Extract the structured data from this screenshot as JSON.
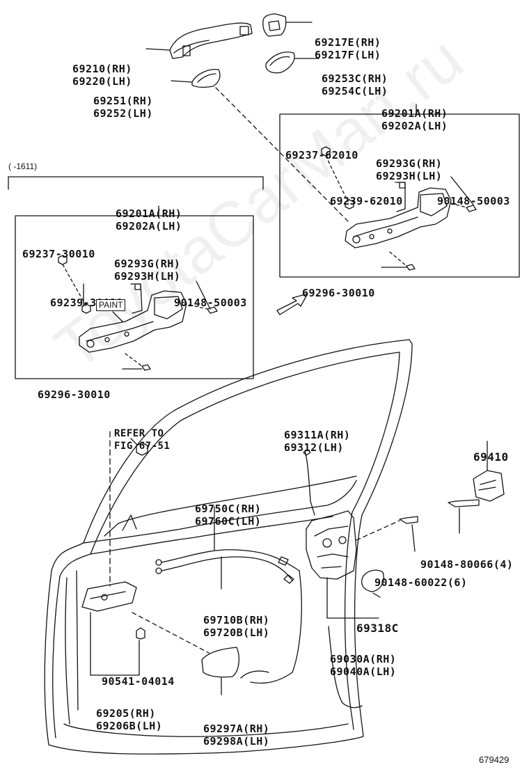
{
  "watermark": "ToyotaCarMart.ru",
  "figure_number": "679429",
  "date_note": "(      -1611)",
  "paint_tag": "PAINT",
  "labels": {
    "l69210": [
      "69210(RH)",
      "69220(LH)"
    ],
    "l69217": [
      "69217E(RH)",
      "69217F(LH)"
    ],
    "l69253": [
      "69253C(RH)",
      "69254C(LH)"
    ],
    "l69251": [
      "69251(RH)",
      "69252(LH)"
    ],
    "l69201_top": [
      "69201A(RH)",
      "69202A(LH)"
    ],
    "l69237_top": [
      "69237-62010"
    ],
    "l69293_top": [
      "69293G(RH)",
      "69293H(LH)"
    ],
    "l69239_top": [
      "69239-62010"
    ],
    "l90148_top": [
      "90148-50003"
    ],
    "l69296_top": [
      "69296-30010"
    ],
    "l69201_left": [
      "69201A(RH)",
      "69202A(LH)"
    ],
    "l69237_left": [
      "69237-30010"
    ],
    "l69293_left": [
      "69293G(RH)",
      "69293H(LH)"
    ],
    "l69239_left": [
      "69239-30010"
    ],
    "l90148_left": [
      "90148-50003"
    ],
    "l69296_left": [
      "69296-30010"
    ],
    "l_refer": [
      "REFER TO",
      "FIG 67-51"
    ],
    "l69311": [
      "69311A(RH)",
      "69312(LH)"
    ],
    "l69410": [
      "69410"
    ],
    "l69750": [
      "69750C(RH)",
      "69760C(LH)"
    ],
    "l90148_80066": [
      "90148-80066(4)"
    ],
    "l90148_60022": [
      "90148-60022(6)"
    ],
    "l69710": [
      "69710B(RH)",
      "69720B(LH)"
    ],
    "l69318": [
      "69318C"
    ],
    "l69030": [
      "69030A(RH)",
      "69040A(LH)"
    ],
    "l90541": [
      "90541-04014"
    ],
    "l69205": [
      "69205(RH)",
      "69206B(LH)"
    ],
    "l69297": [
      "69297A(RH)",
      "69298A(LH)"
    ]
  }
}
